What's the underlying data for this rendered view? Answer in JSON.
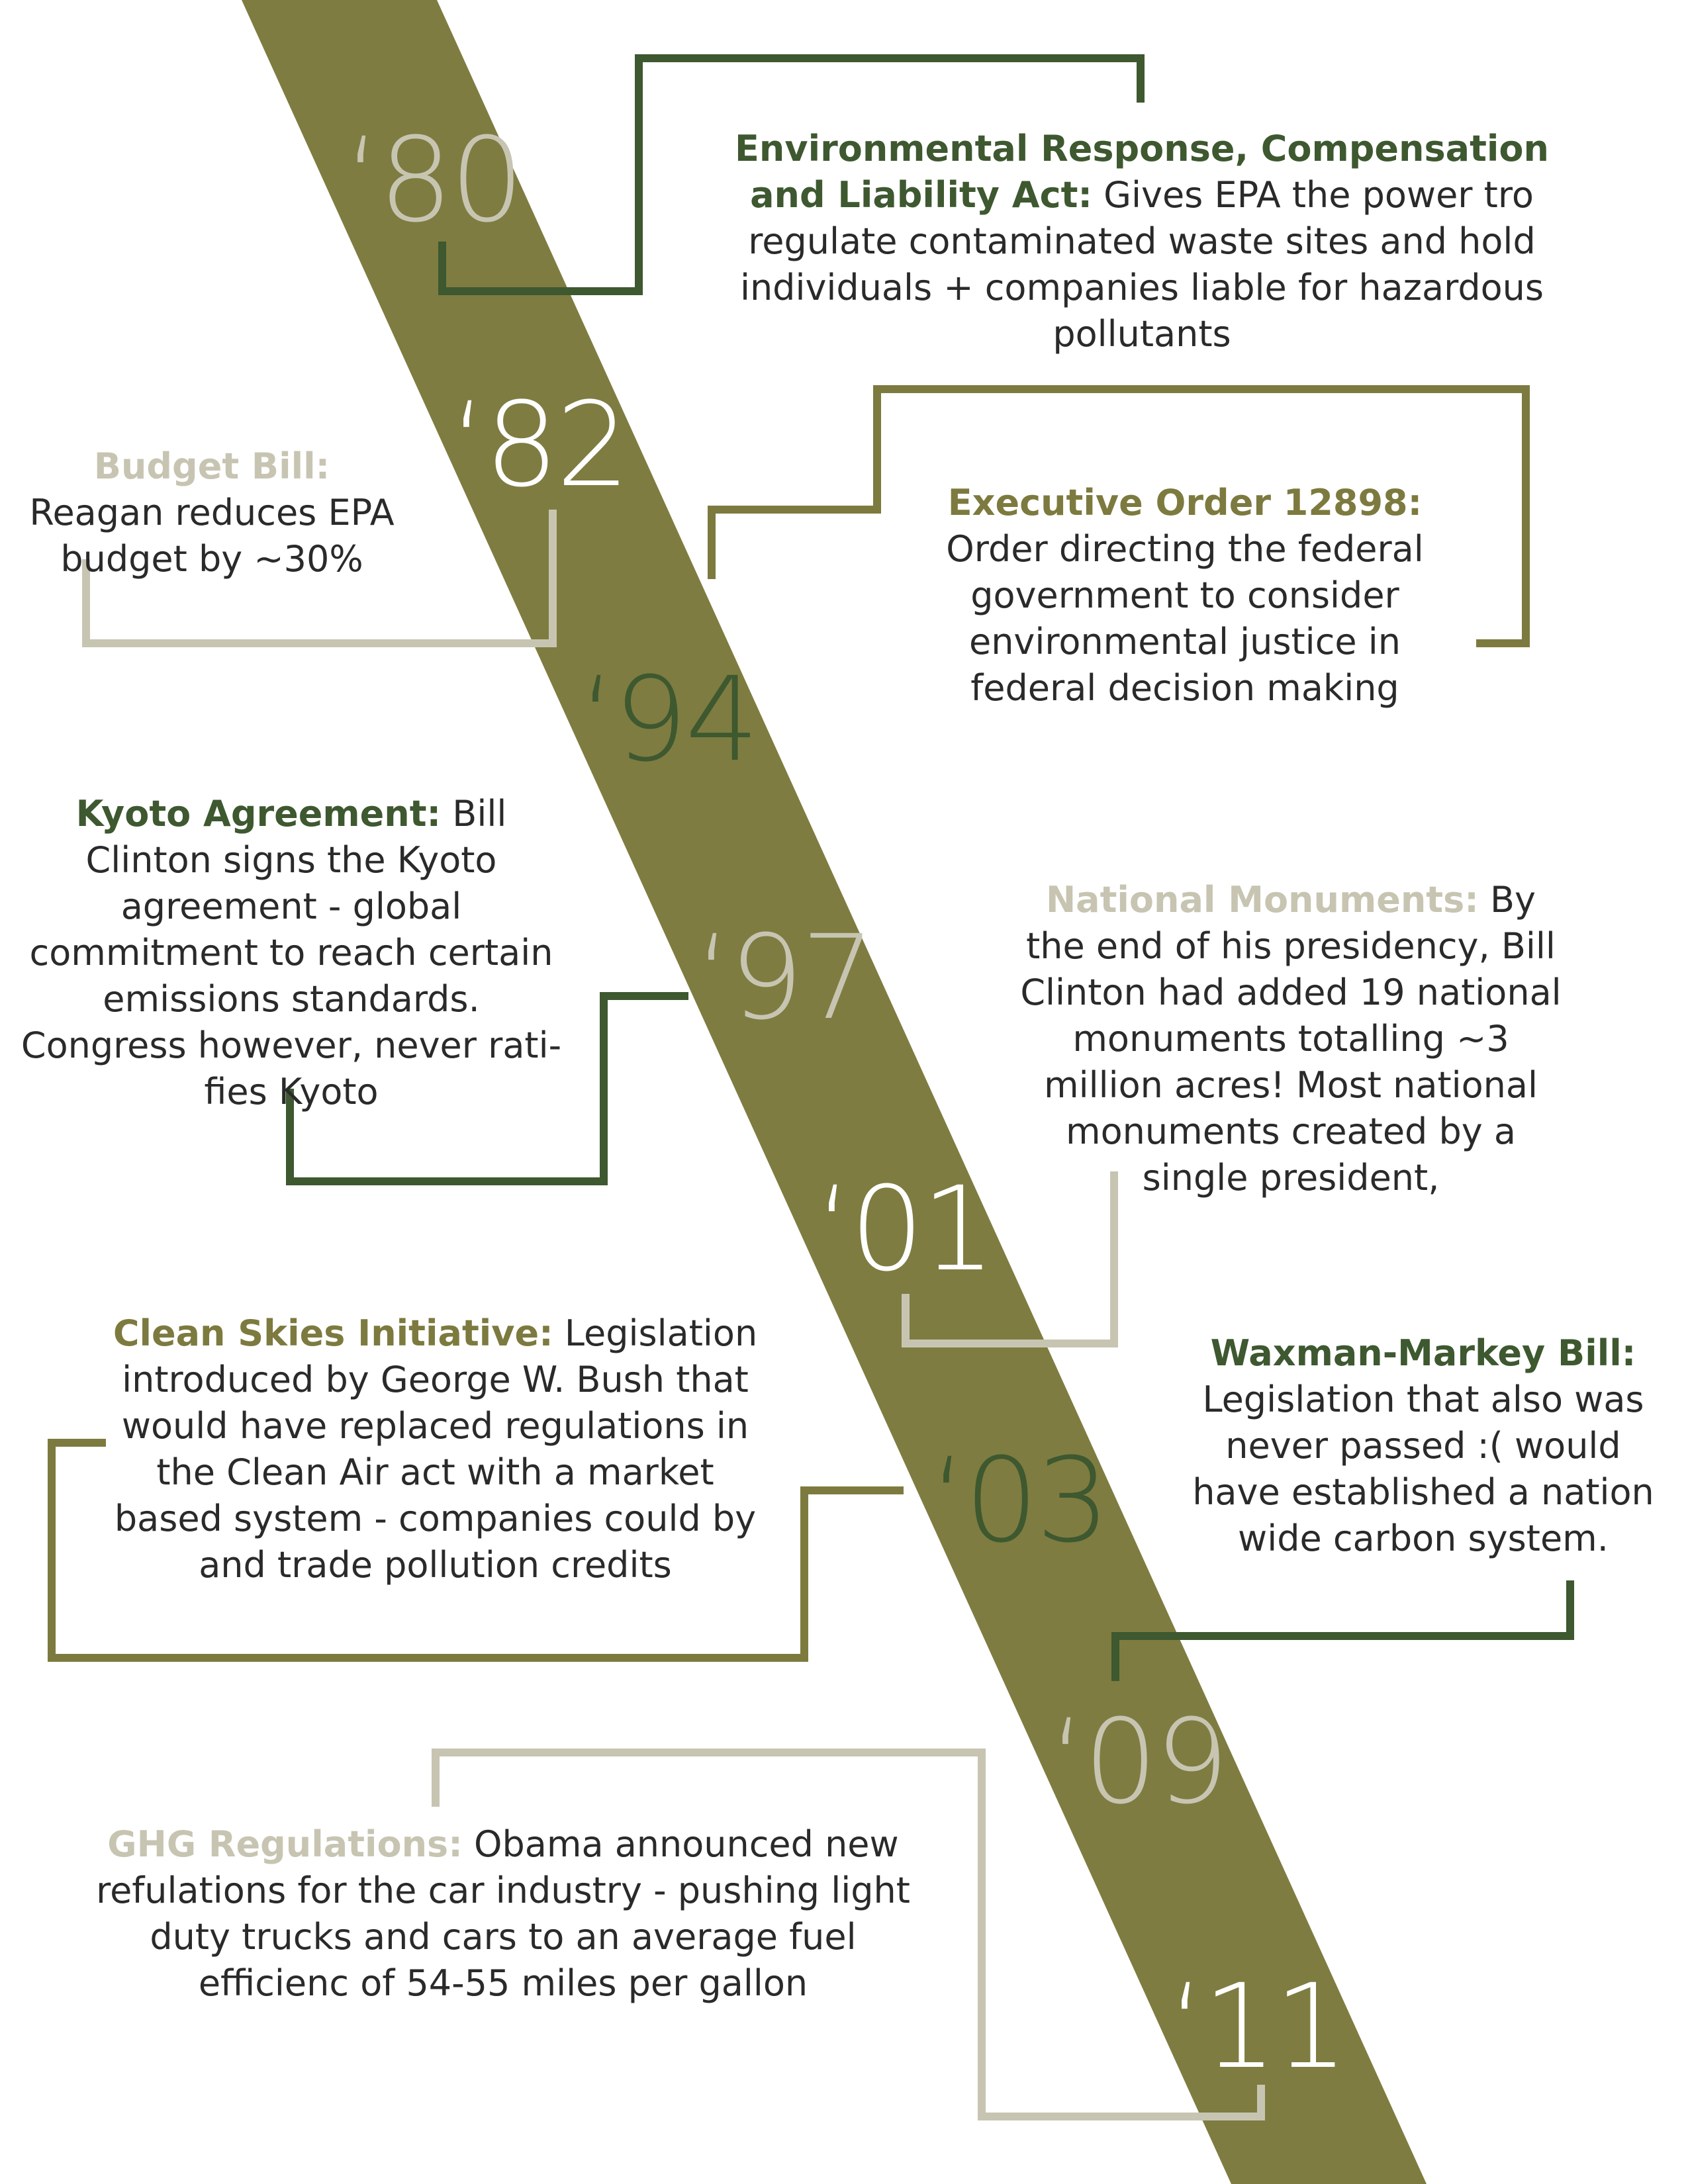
{
  "colors": {
    "band": "#7e7c40",
    "dark_green": "#3e5830",
    "olive": "#7d7a3f",
    "light_gray": "#c7c5b2",
    "white": "#ffffff",
    "text": "#2a2a2a"
  },
  "timeline": {
    "years": [
      "‘80",
      "‘82",
      "‘94",
      "‘97",
      "‘01",
      "‘03",
      "‘09",
      "‘11"
    ]
  },
  "entries": {
    "cercla": {
      "title": "Environmental Response, Compensation and Liability Act:",
      "text": "Gives EPA the power tro regulate contaminated waste sites and hold individuals + companies liable for hazardous pollutants"
    },
    "budget_bill": {
      "title": "Budget Bill:",
      "text": "Reagan reduces EPA budget by ~30%"
    },
    "executive_order": {
      "title": "Executive Order 12898:",
      "text": "Order directing the federal government to consider environmental justice in federal decision making"
    },
    "kyoto": {
      "title": "Kyoto Agreement:",
      "text": "Bill Clinton signs the Kyoto agreement - global commitment to reach certain emissions standards. Congress however, never rati-fies Kyoto"
    },
    "national_monuments": {
      "title": "National Monuments:",
      "text": "By the end of his presidency, Bill Clinton had added 19 national monuments totalling ~3 million acres! Most national monuments created by a single president,"
    },
    "clean_skies": {
      "title": "Clean Skies Initiative:",
      "text": "Legislation introduced by George W. Bush that would have replaced regulations in the Clean Air act with a market based system - companies could by and trade pollution credits"
    },
    "waxman_markey": {
      "title": "Waxman-Markey Bill:",
      "text": "Legislation that also was never passed :( would have established a nation wide carbon system."
    },
    "ghg": {
      "title": "GHG Regulations:",
      "text": "Obama announced new refulations for the car industry - pushing light duty trucks and cars to an average fuel efficienc of 54-55 miles per gallon"
    }
  }
}
